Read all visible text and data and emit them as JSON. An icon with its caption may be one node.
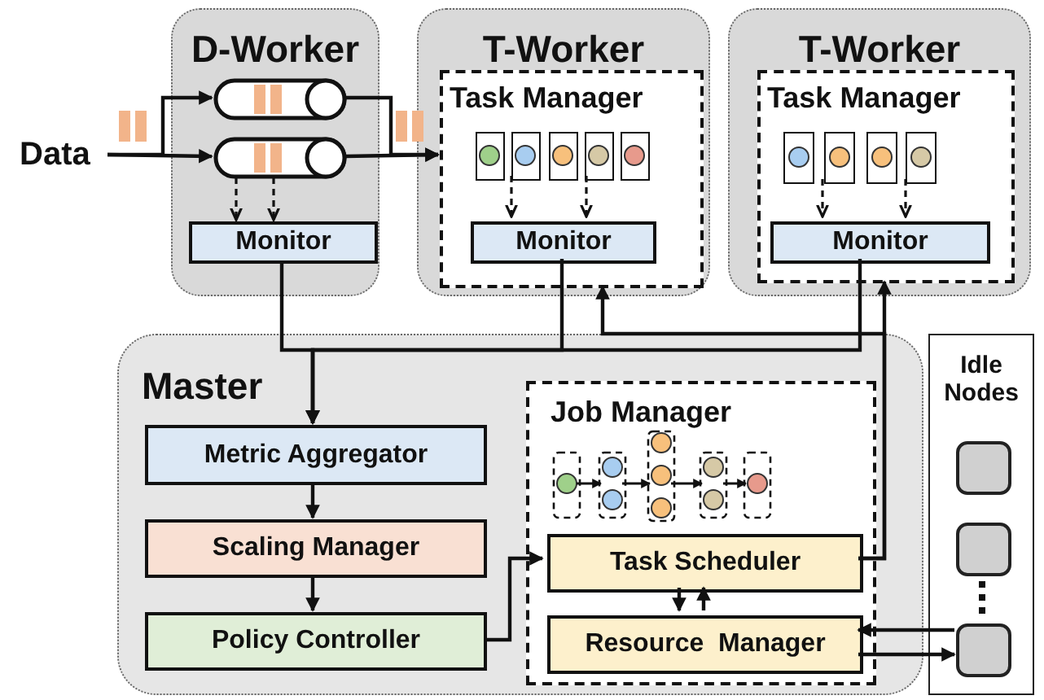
{
  "diagram": {
    "nodes": [
      {
        "text": [
          "Data"
        ]
      },
      {
        "text": [
          "D-Worker"
        ]
      },
      {
        "text": [],
        "shape": "cylinder",
        "in": 1
      },
      {
        "text": [],
        "shape": "cylinder",
        "in": 1
      },
      {
        "text": [
          "Monitor"
        ],
        "in": 1
      },
      {
        "text": [
          "T-Worker"
        ]
      },
      {
        "text": [
          "Task Manager"
        ],
        "in": 5
      },
      {
        "text": [],
        "shape": "box",
        "in": 6
      },
      {
        "text": [],
        "shape": "box",
        "in": 6
      },
      {
        "text": [],
        "shape": "box",
        "in": 6
      },
      {
        "text": [],
        "shape": "box",
        "in": 6
      },
      {
        "text": [],
        "shape": "box",
        "in": 6
      },
      {
        "text": [
          "Monitor"
        ],
        "in": 6
      },
      {
        "text": [
          "T-Worker"
        ]
      },
      {
        "text": [
          "Task Manager"
        ],
        "in": 13
      },
      {
        "text": [],
        "shape": "box",
        "in": 14
      },
      {
        "text": [],
        "shape": "box",
        "in": 14
      },
      {
        "text": [],
        "shape": "box",
        "in": 14
      },
      {
        "text": [],
        "shape": "box",
        "in": 14
      },
      {
        "text": [
          "Monitor"
        ],
        "in": 14
      },
      {
        "text": [
          "Master"
        ]
      },
      {
        "text": [
          "Metric Aggregator"
        ],
        "in": 20
      },
      {
        "text": [
          "Scaling Manager"
        ],
        "in": 20
      },
      {
        "text": [
          "Policy Controller"
        ],
        "in": 20
      },
      {
        "text": [
          "Job Manager"
        ],
        "in": 20
      },
      {
        "text": [
          "Task Scheduler"
        ],
        "in": 24
      },
      {
        "text": [
          "Resource  Manager"
        ],
        "in": 24
      },
      {
        "text": [
          "Idle Nodes"
        ]
      },
      {
        "text": [],
        "shape": "box",
        "in": 27
      },
      {
        "text": [],
        "shape": "box",
        "in": 27
      },
      {
        "text": [],
        "shape": "box",
        "in": 27
      }
    ],
    "edges": [
      {
        "from": 0,
        "to": 2,
        "arrow": "to"
      },
      {
        "from": 0,
        "to": 3,
        "arrow": "to"
      },
      {
        "from": 2,
        "to": 6,
        "arrow": "to"
      },
      {
        "from": 3,
        "to": 6,
        "arrow": "to"
      },
      {
        "from": 3,
        "to": 4,
        "arrow": "to",
        "style": "dashed"
      },
      {
        "from": 3,
        "to": 4,
        "arrow": "to",
        "style": "dashed"
      },
      {
        "from": 8,
        "to": 12,
        "arrow": "to",
        "style": "dashed"
      },
      {
        "from": 10,
        "to": 12,
        "arrow": "to",
        "style": "dashed"
      },
      {
        "from": 16,
        "to": 19,
        "arrow": "to",
        "style": "dashed"
      },
      {
        "from": 18,
        "to": 19,
        "arrow": "to",
        "style": "dashed"
      },
      {
        "from": 4,
        "to": 21,
        "arrow": "to"
      },
      {
        "from": 12,
        "to": 21,
        "arrow": "to"
      },
      {
        "from": 19,
        "to": 21,
        "arrow": "to"
      },
      {
        "from": 25,
        "to": 6,
        "arrow": "to"
      },
      {
        "from": 25,
        "to": 14,
        "arrow": "to"
      },
      {
        "from": 21,
        "to": 22,
        "arrow": "to"
      },
      {
        "from": 22,
        "to": 23,
        "arrow": "to"
      },
      {
        "from": 23,
        "to": 25,
        "arrow": "to"
      },
      {
        "from": 25,
        "to": 26,
        "arrow": "to"
      },
      {
        "from": 26,
        "to": 25,
        "arrow": "to"
      },
      {
        "from": 30,
        "to": 26,
        "arrow": "to"
      },
      {
        "from": 26,
        "to": 30,
        "arrow": "to"
      }
    ]
  }
}
